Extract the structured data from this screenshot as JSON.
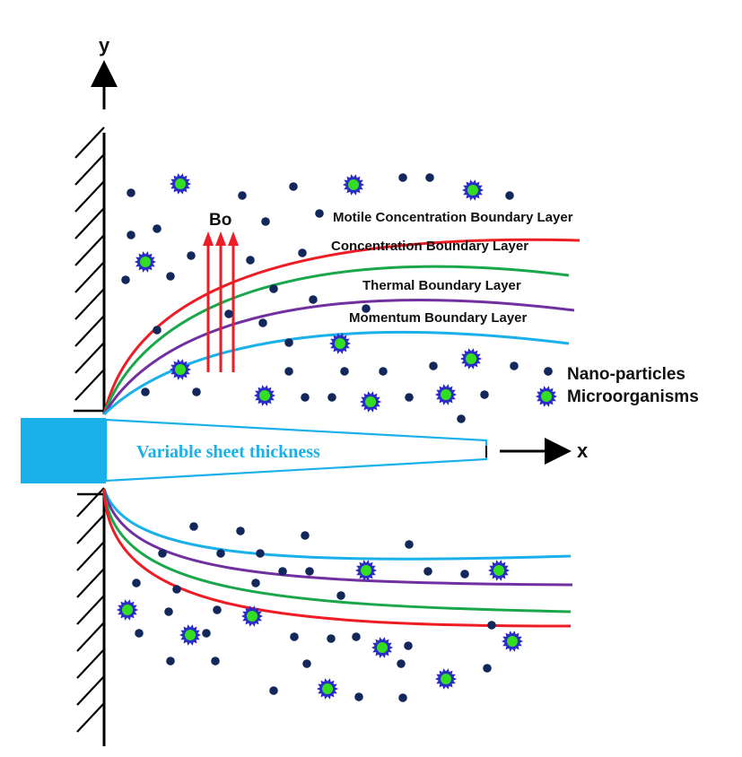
{
  "axes": {
    "y_label": "y",
    "x_label": "x"
  },
  "field": {
    "label": "Bo"
  },
  "layers": [
    {
      "name": "Motile Concentration Boundary Layer",
      "color": "#ee1c24"
    },
    {
      "name": "Concentration Boundary Layer",
      "color": "#1aa64a"
    },
    {
      "name": "Thermal Boundary Layer",
      "color": "#7030a0"
    },
    {
      "name": "Momentum Boundary Layer",
      "color": "#1ab0ea"
    }
  ],
  "legend": {
    "nanoparticles": "Nano-particles",
    "microorganisms": "Microorganisms"
  },
  "sheet": {
    "label": "Variable sheet thickness",
    "color": "#1ab0ea"
  },
  "colors": {
    "particle": "#13285a",
    "microorganism_ring": "#2b2bc8",
    "microorganism_core": "#33dd22",
    "arrow": "#ee1c24",
    "wall": "#000000"
  }
}
